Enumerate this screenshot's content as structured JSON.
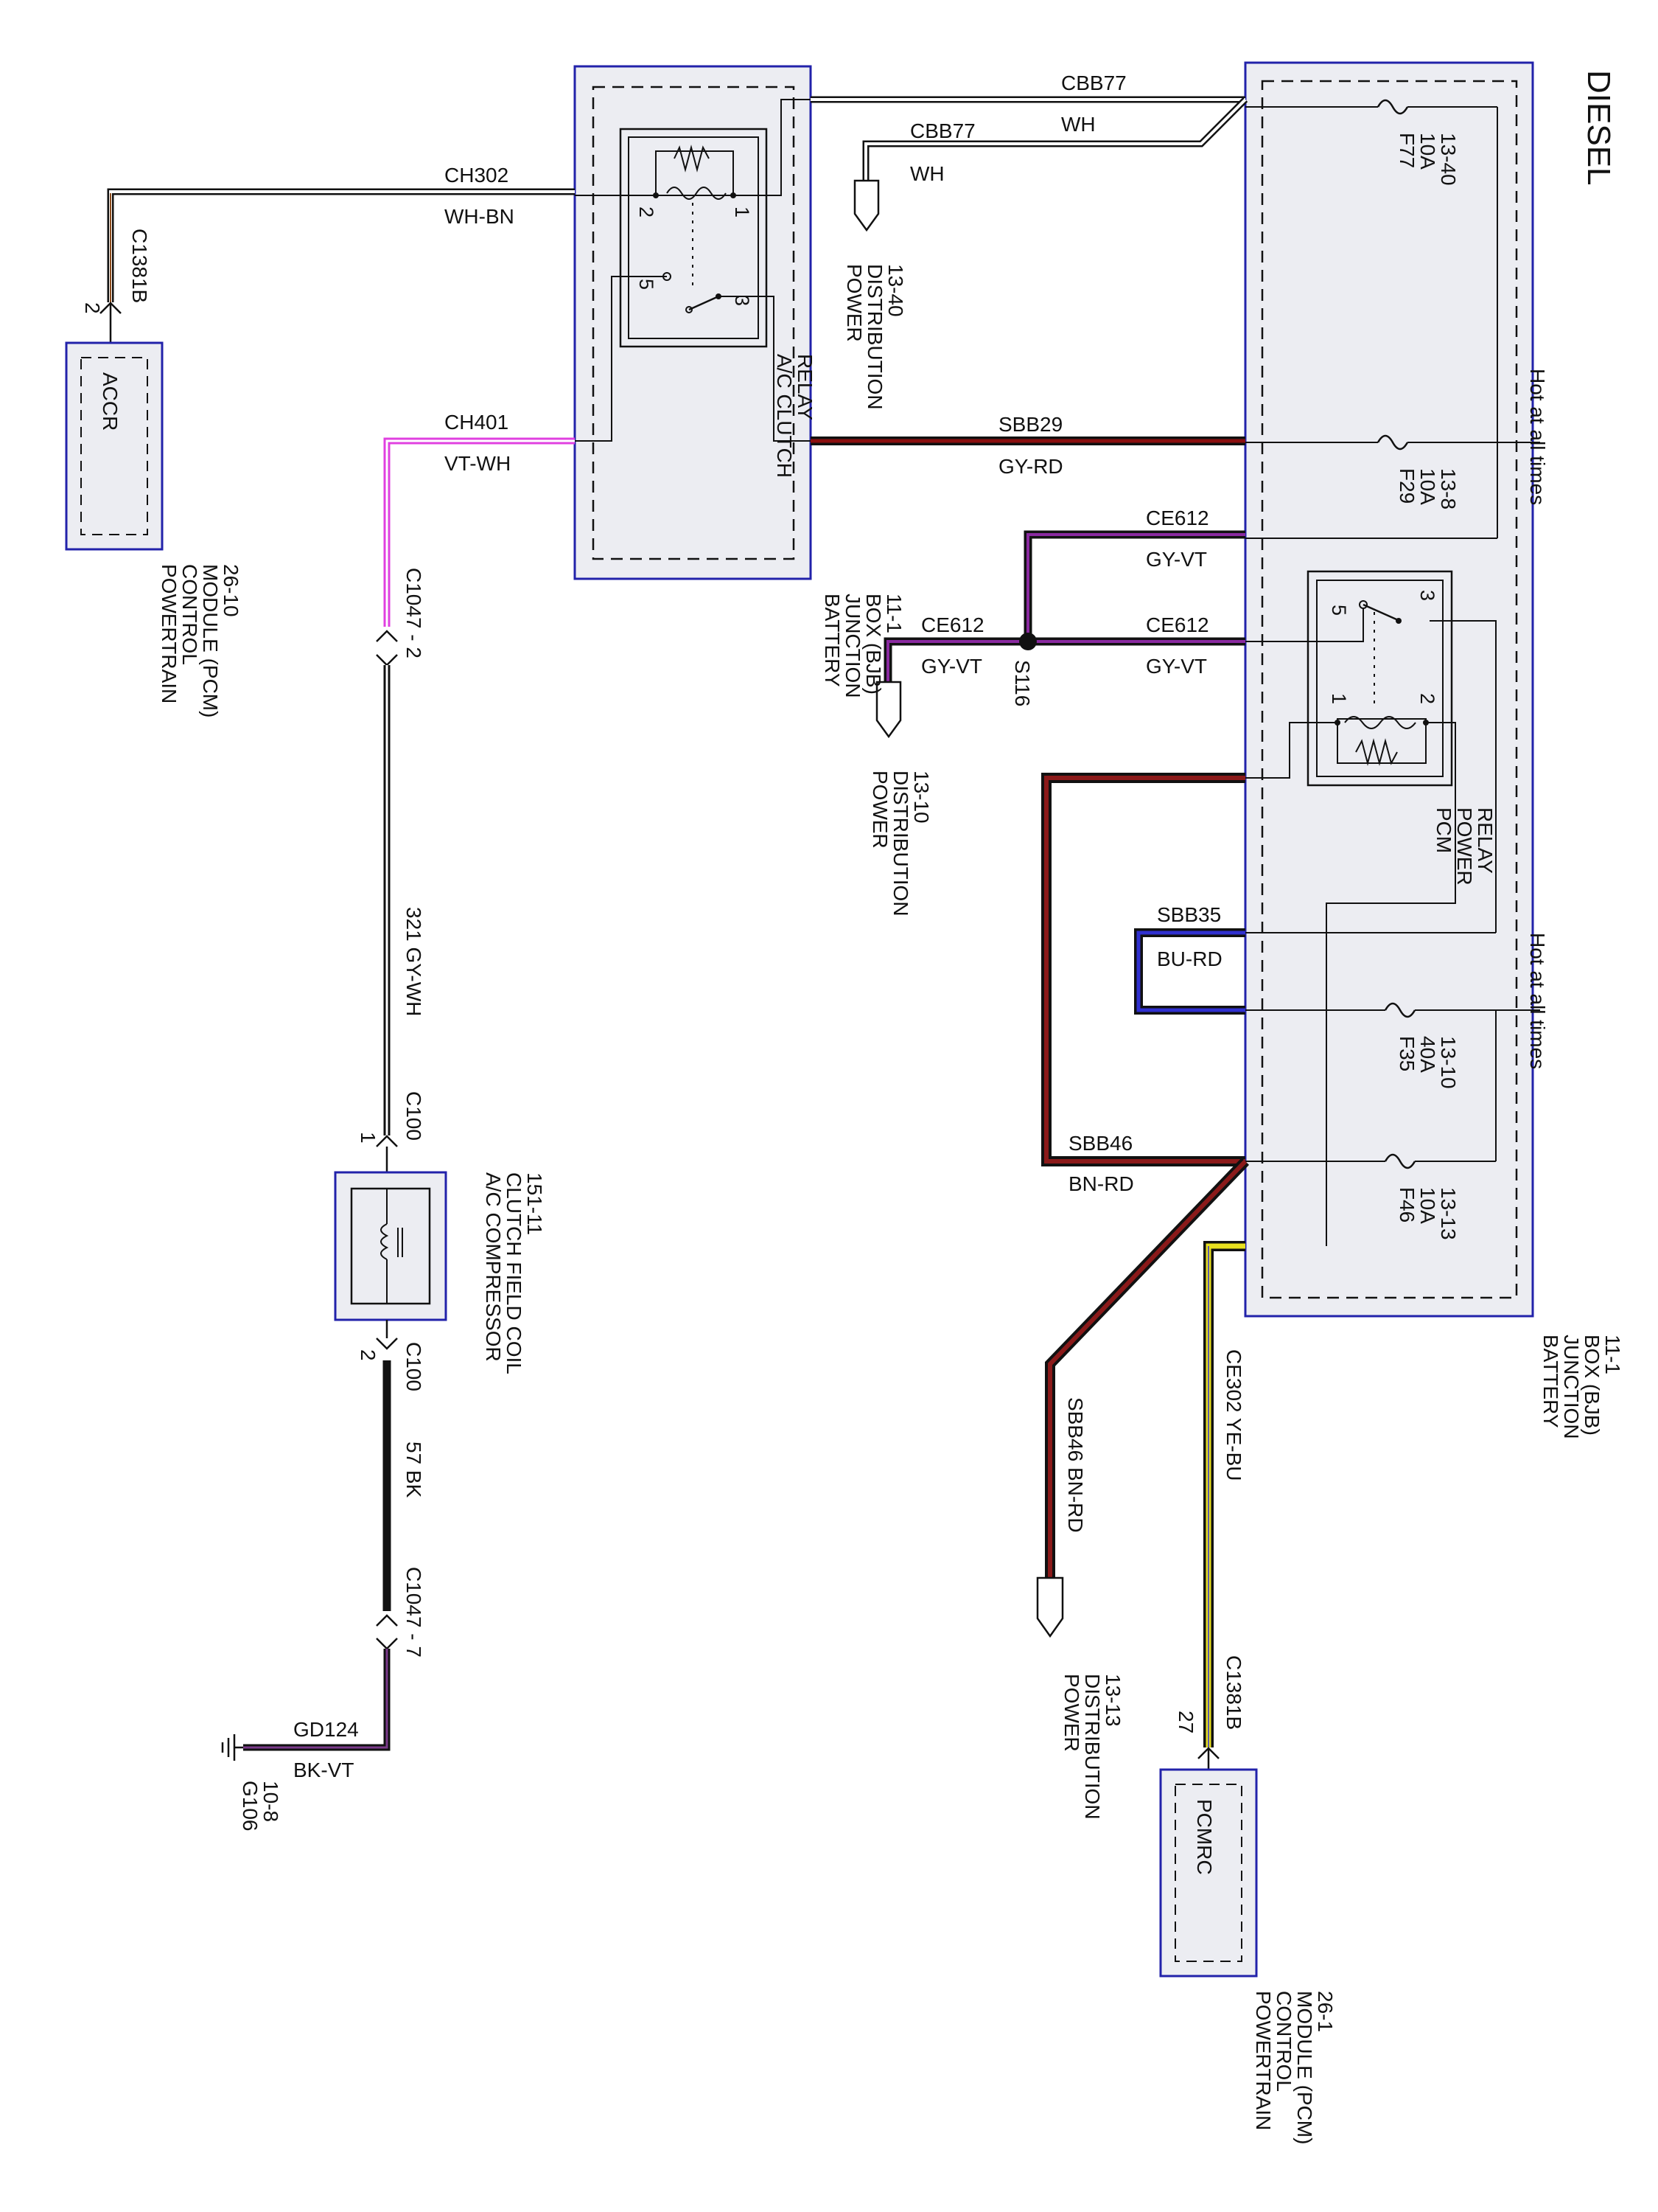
{
  "title": "DIESEL",
  "hot_notes": [
    "Hot at all times",
    "Hot at all times"
  ],
  "components": {
    "bjb_main_label": [
      "BATTERY",
      "JUNCTION",
      "BOX (BJB)",
      "11-1"
    ],
    "bjb_relay_label": [
      "BATTERY",
      "JUNCTION",
      "BOX (BJB)",
      "11-1"
    ],
    "ac_clutch_relay": [
      "A/C CLUTCH",
      "RELAY"
    ],
    "pcm_power_relay": [
      "PCM",
      "POWER",
      "RELAY"
    ],
    "pcm_top": {
      "inner": "ACCR",
      "label": [
        "POWERTRAIN",
        "CONTROL",
        "MODULE (PCM)",
        "26-10"
      ]
    },
    "pcm_bottom": {
      "inner": "PCMRC",
      "label": [
        "POWERTRAIN",
        "CONTROL",
        "MODULE (PCM)",
        "26-1"
      ]
    },
    "compressor": [
      "A/C COMPRESSOR",
      "CLUTCH FIELD COIL",
      "151-11"
    ],
    "ground": [
      "G106",
      "10-8"
    ]
  },
  "fuses": [
    {
      "id": "F77",
      "amps": "10A",
      "ref": "13-40"
    },
    {
      "id": "F29",
      "amps": "10A",
      "ref": "13-8"
    },
    {
      "id": "F35",
      "amps": "40A",
      "ref": "13-10"
    },
    {
      "id": "F46",
      "amps": "10A",
      "ref": "13-13"
    }
  ],
  "power_distribution": [
    [
      "POWER",
      "DISTRIBUTION",
      "13-40"
    ],
    [
      "POWER",
      "DISTRIBUTION",
      "13-10"
    ],
    [
      "POWER",
      "DISTRIBUTION",
      "13-13"
    ]
  ],
  "splice": "S116",
  "wires": {
    "cbb77_a": {
      "circuit": "CBB77",
      "color": "WH"
    },
    "cbb77_b": {
      "circuit": "CBB77",
      "color": "WH"
    },
    "ch302": {
      "circuit": "CH302",
      "color": "WH-BN"
    },
    "ch401": {
      "circuit": "CH401",
      "color": "VT-WH"
    },
    "sbb29": {
      "circuit": "SBB29",
      "color": "GY-RD"
    },
    "ce612_a": {
      "circuit": "CE612",
      "color": "GY-VT"
    },
    "ce612_b": {
      "circuit": "CE612",
      "color": "GY-VT"
    },
    "ce612_c": {
      "circuit": "CE612",
      "color": "GY-VT"
    },
    "sbb35": {
      "circuit": "SBB35",
      "color": "BU-RD"
    },
    "sbb46_h": {
      "circuit": "SBB46",
      "color": "BN-RD"
    },
    "sbb46_v": "SBB46   BN-RD",
    "ce302": "CE302   YE-BU",
    "w321": "321   GY-WH",
    "w57": "57   BK",
    "gd124": {
      "circuit": "GD124",
      "color": "BK-VT"
    }
  },
  "connectors": {
    "c1381b_top": {
      "name": "C1381B",
      "pin": "2"
    },
    "c1381b_bottom": {
      "name": "C1381B",
      "pin": "27"
    },
    "c1047_2": "C1047 - 2",
    "c1047_7": "C1047 - 7",
    "c100_1": {
      "name": "C100",
      "pin": "1"
    },
    "c100_2": {
      "name": "C100",
      "pin": "2"
    }
  },
  "relay_pins": {
    "ac": [
      "2",
      "1",
      "5",
      "3"
    ],
    "pcm": [
      "3",
      "5",
      "1",
      "2"
    ]
  },
  "colors": {
    "VT-WH": "#e040e0",
    "GY-RD": "#8b1010",
    "GY-VT": "#6a1a7a",
    "BU-RD": "#3030d0",
    "BN-RD": "#8b1a1a",
    "YE-BU": "#e8e020",
    "BK-VT": "#5a1a5a",
    "box_border": "#2222aa",
    "box_fill": "#ecedf2"
  }
}
